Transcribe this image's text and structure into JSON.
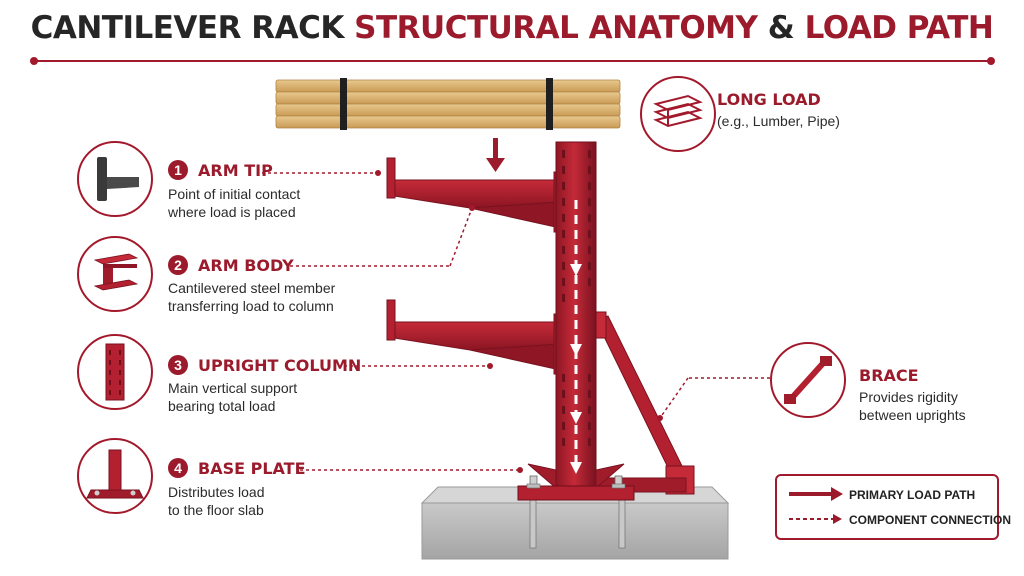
{
  "title": {
    "part1": "CANTILEVER RACK",
    "part2": "STRUCTURAL ANATOMY",
    "part3": "&",
    "part4": "LOAD PATH"
  },
  "components": [
    {
      "number": "1",
      "name": "ARM TIP",
      "description": [
        "Point of initial contact",
        "where load is placed"
      ],
      "icon": "arm-tip-icon"
    },
    {
      "number": "2",
      "name": "ARM BODY",
      "description": [
        "Cantilevered steel member",
        "transferring load to column"
      ],
      "icon": "i-beam-icon"
    },
    {
      "number": "3",
      "name": "UPRIGHT COLUMN",
      "description": [
        "Main vertical support",
        "bearing total load"
      ],
      "icon": "column-icon"
    },
    {
      "number": "4",
      "name": "BASE PLATE",
      "description": [
        "Distributes load",
        "to the floor slab"
      ],
      "icon": "base-plate-icon"
    }
  ],
  "long_load": {
    "name": "LONG LOAD",
    "description": "(e.g., Lumber, Pipe)",
    "icon": "lumber-stack-icon"
  },
  "brace": {
    "name": "BRACE",
    "description": [
      "Provides rigidity",
      "between uprights"
    ],
    "icon": "brace-icon"
  },
  "legend": {
    "primary": "PRIMARY LOAD PATH",
    "connection": "COMPONENT CONNECTION"
  },
  "colors": {
    "accent": "#9b1b2c",
    "steel_red": "#b3202f",
    "steel_dark": "#7a1220",
    "wood": "#d9b274",
    "concrete": "#b9b9b9"
  }
}
